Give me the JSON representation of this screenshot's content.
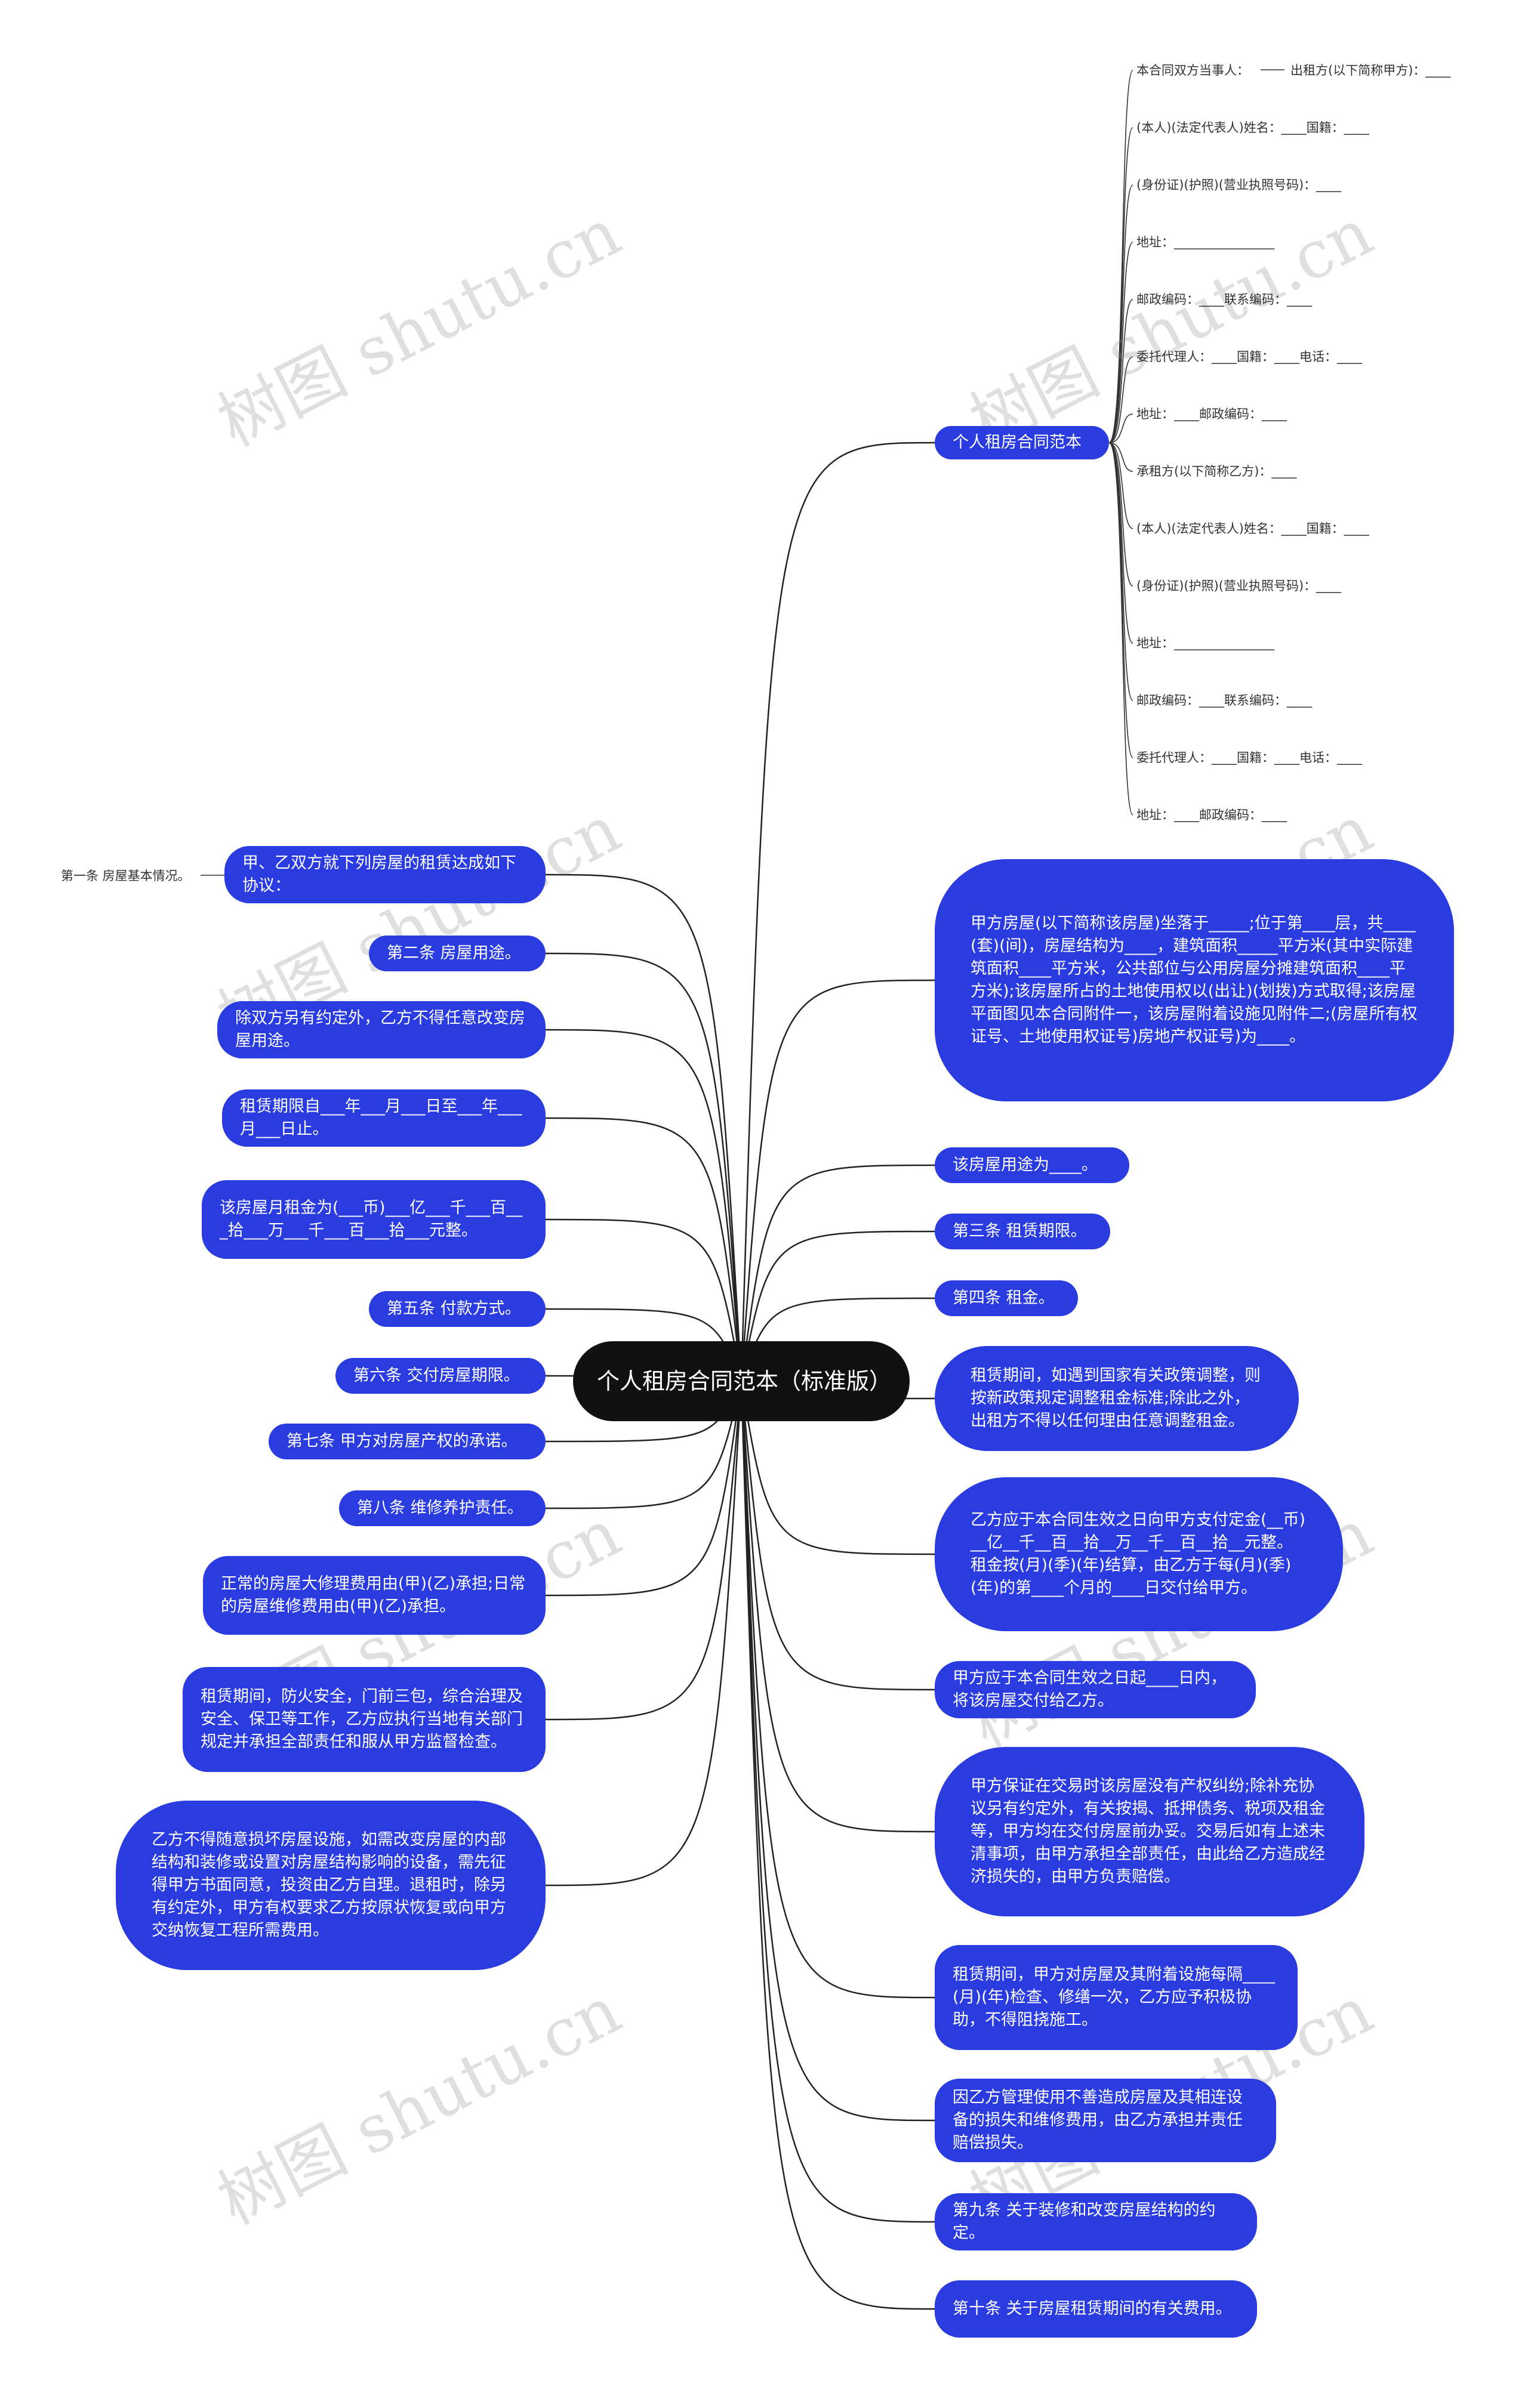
{
  "root": "个人租房合同范本（标准版）",
  "watermark": "树图 shutu.cn",
  "colors": {
    "node": "#2a3ce0",
    "root": "#111111",
    "line": "#222222"
  },
  "right_nodes": [
    "个人租房合同范本",
    "甲方房屋(以下简称该房屋)坐落于_____;位于第____层，共____(套)(间)，房屋结构为____，建筑面积_____平方米(其中实际建筑面积____平方米，公共部位与公用房屋分摊建筑面积____平方米);该房屋所占的土地使用权以(出让)(划拨)方式取得;该房屋平面图见本合同附件一，该房屋附着设施见附件二;(房屋所有权证号、土地使用权证号)房地产权证号)为____。",
    "该房屋用途为____。",
    "第三条 租赁期限。",
    "第四条 租金。",
    "租赁期间，如遇到国家有关政策调整，则按新政策规定调整租金标准;除此之外，出租方不得以任何理由任意调整租金。",
    "乙方应于本合同生效之日向甲方支付定金(__币)__亿__千__百__拾__万__千__百__拾__元整。租金按(月)(季)(年)结算，由乙方于每(月)(季)(年)的第____个月的____日交付给甲方。",
    "甲方应于本合同生效之日起____日内，将该房屋交付给乙方。",
    "甲方保证在交易时该房屋没有产权纠纷;除补充协议另有约定外，有关按揭、抵押债务、税项及租金等，甲方均在交付房屋前办妥。交易后如有上述未清事项，由甲方承担全部责任，由此给乙方造成经济损失的，由甲方负责赔偿。",
    "租赁期间，甲方对房屋及其附着设施每隔____(月)(年)检查、修缮一次，乙方应予积极协助，不得阻挠施工。",
    "因乙方管理使用不善造成房屋及其相连设备的损失和维修费用，由乙方承担并责任赔偿损失。",
    "第九条 关于装修和改变房屋结构的约定。",
    "第十条 关于房屋租赁期间的有关费用。"
  ],
  "left_nodes": [
    "甲、乙双方就下列房屋的租赁达成如下协议：",
    "第二条 房屋用途。",
    "除双方另有约定外，乙方不得任意改变房屋用途。",
    "租赁期限自___年___月___日至___年___月___日止。",
    "该房屋月租金为(___币)___亿___千___百___拾___万___千___百___拾___元整。",
    "第五条 付款方式。",
    "第六条 交付房屋期限。",
    "第七条 甲方对房屋产权的承诺。",
    "第八条 维修养护责任。",
    "正常的房屋大修理费用由(甲)(乙)承担;日常的房屋维修费用由(甲)(乙)承担。",
    "租赁期间，防火安全，门前三包，综合治理及安全、保卫等工作，乙方应执行当地有关部门规定并承担全部责任和服从甲方监督检查。",
    "乙方不得随意损坏房屋设施，如需改变房屋的内部结构和装修或设置对房屋结构影响的设备，需先征得甲方书面同意，投资由乙方自理。退租时，除另有约定外，甲方有权要求乙方按原状恢复或向甲方交纳恢复工程所需费用。"
  ],
  "far_left_leaf": "第一条 房屋基本情况。",
  "template_leaves": [
    "本合同双方当事人：",
    "(本人)(法定代表人)姓名：____国籍：____",
    "(身份证)(护照)(营业执照号码)：____",
    "地址：________________",
    "邮政编码：____联系编码：____",
    "委托代理人：____国籍：____电话：____",
    "地址：____邮政编码：____",
    "承租方(以下简称乙方)：____",
    "(本人)(法定代表人)姓名：____国籍：____",
    "(身份证)(护照)(营业执照号码)：____",
    "地址：________________",
    "邮政编码：____联系编码：____",
    "委托代理人：____国籍：____电话：____",
    "地址：____邮政编码：____"
  ],
  "template_sub_leaf": "出租方(以下简称甲方)：____"
}
